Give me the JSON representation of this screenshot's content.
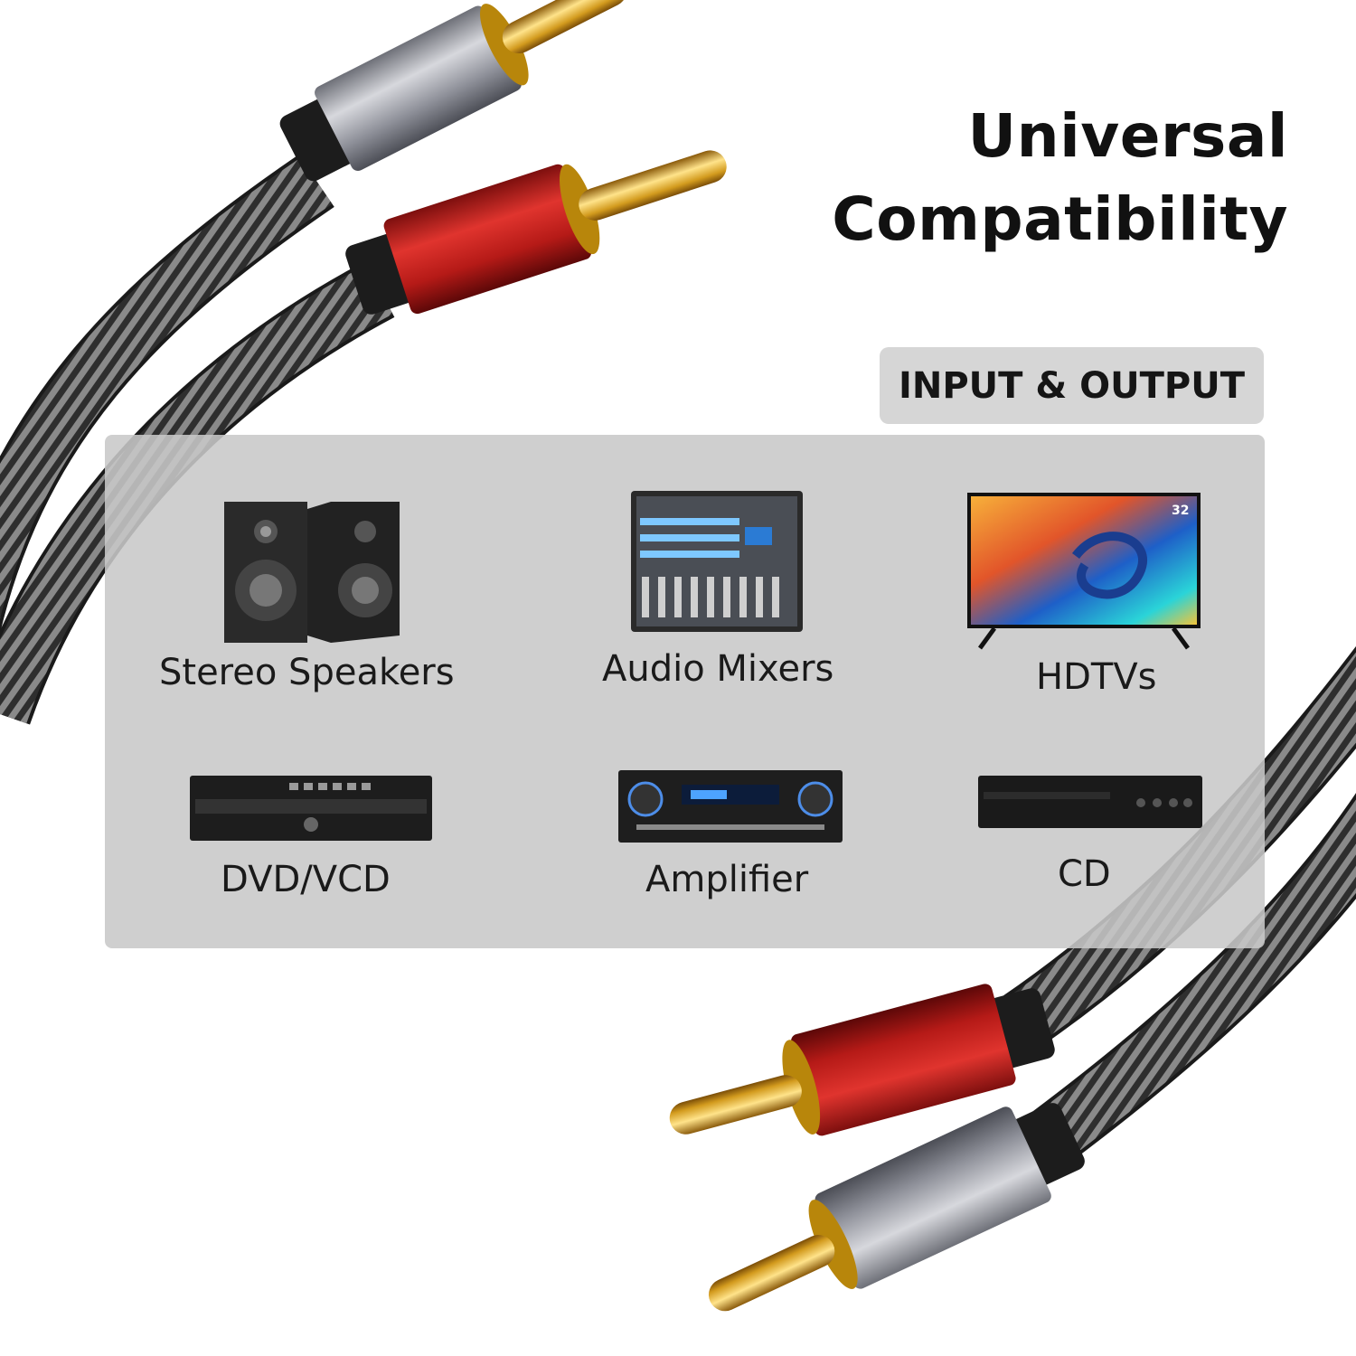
{
  "headline": {
    "line1": "Universal",
    "line2": "Compatibility"
  },
  "badge": "INPUT & OUTPUT",
  "devices": [
    {
      "label": "Stereo Speakers",
      "icon": "speakers-icon"
    },
    {
      "label": "Audio Mixers",
      "icon": "mixer-icon"
    },
    {
      "label": "HDTVs",
      "icon": "tv-icon",
      "screen_badge": "32"
    },
    {
      "label": "DVD/VCD",
      "icon": "dvd-player-icon"
    },
    {
      "label": "Amplifier",
      "icon": "amplifier-icon"
    },
    {
      "label": "CD",
      "icon": "cd-player-icon"
    }
  ],
  "colors": {
    "red_plug": "#c8201e",
    "silver_plug": "#9a9ca6",
    "gold_pin": "#d9a520",
    "braid": "#3a3a3a",
    "panel": "#c8c8c8"
  }
}
